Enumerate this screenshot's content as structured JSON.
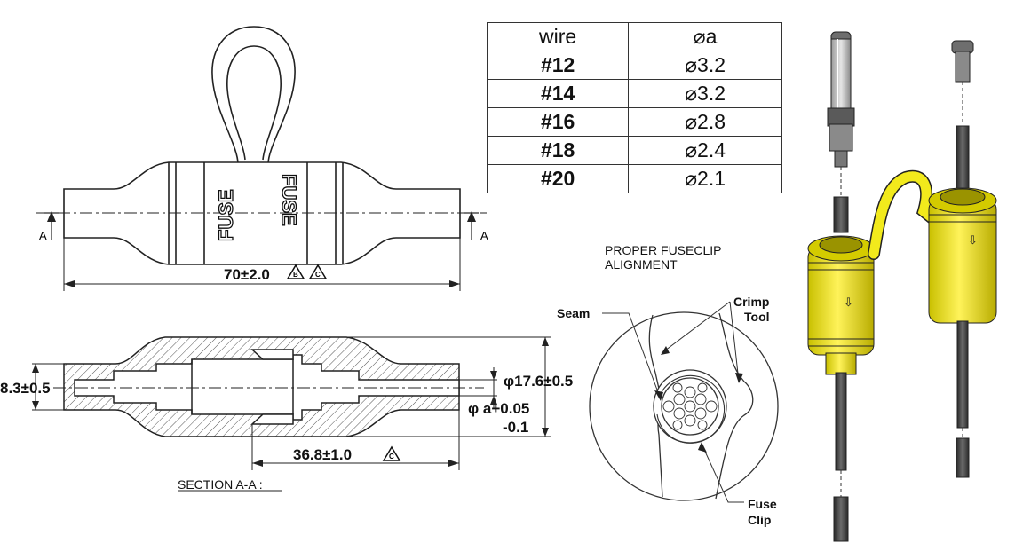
{
  "top_view": {
    "fuse_label_left": "FUSE",
    "fuse_label_right": "FUSE",
    "section_mark": "A",
    "length_dim": "70±2.0",
    "length_flags": [
      "B",
      "C"
    ]
  },
  "section_view": {
    "left_dim": "8.3±0.5",
    "outer_dia_dim": "φ17.6±0.5",
    "bore_dim_main": "φ a+0.05",
    "bore_dim_tol": "-0.1",
    "length_dim": "36.8±1.0",
    "length_flag": "C",
    "caption": "SECTION A-A :"
  },
  "table": {
    "headers": [
      "wire",
      "⌀a"
    ],
    "rows": [
      [
        "#12",
        "⌀3.2"
      ],
      [
        "#14",
        "⌀3.2"
      ],
      [
        "#16",
        "⌀2.8"
      ],
      [
        "#18",
        "⌀2.4"
      ],
      [
        "#20",
        "⌀2.1"
      ]
    ]
  },
  "alignment": {
    "title_line1": "PROPER FUSECLIP",
    "title_line2": "ALIGNMENT",
    "seam_label": "Seam",
    "crimp_label_1": "Crimp",
    "crimp_label_2": "Tool",
    "clip_label_1": "Fuse",
    "clip_label_2": "Clip"
  },
  "render_3d": {
    "body_color": "#f2ea1c",
    "wire_color": "#4a4a4a"
  }
}
